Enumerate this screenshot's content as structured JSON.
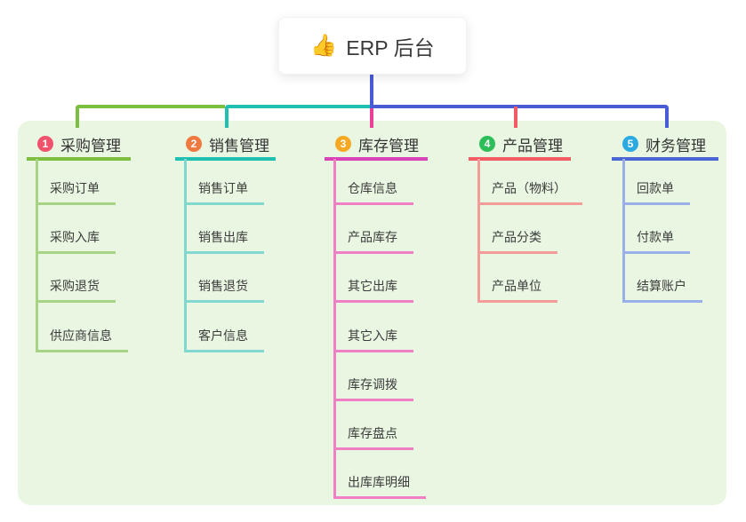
{
  "root": {
    "icon": "👍",
    "title": "ERP 后台"
  },
  "colors": {
    "trunk": "#4A5BD6",
    "panel_bg": "#E9F6E2",
    "card_bg": "#FFFFFF",
    "text_dark": "#333333"
  },
  "branches": [
    {
      "badge": "1",
      "label": "采购管理",
      "badge_color": "#F0536B",
      "accent": "#7CBE3F",
      "light": "#A6D385",
      "stub_color": "#7CBE3F",
      "children": [
        "采购订单",
        "采购入库",
        "采购退货",
        "供应商信息"
      ]
    },
    {
      "badge": "2",
      "label": "销售管理",
      "badge_color": "#F0793F",
      "accent": "#1FBFB2",
      "light": "#82D8CE",
      "stub_color": "#1FBFB2",
      "children": [
        "销售订单",
        "销售出库",
        "销售退货",
        "客户信息"
      ]
    },
    {
      "badge": "3",
      "label": "库存管理",
      "badge_color": "#F7A823",
      "accent": "#D844B5",
      "light": "#F07FC3",
      "stub_color": "#EC4096",
      "children": [
        "仓库信息",
        "产品库存",
        "其它出库",
        "其它入库",
        "库存调拨",
        "库存盘点",
        "出库库明细"
      ]
    },
    {
      "badge": "4",
      "label": "产品管理",
      "badge_color": "#2DBE59",
      "accent": "#F25B64",
      "light": "#F59C9B",
      "stub_color": "#F25B64",
      "children": [
        "产品（物料）",
        "产品分类",
        "产品单位"
      ]
    },
    {
      "badge": "5",
      "label": "财务管理",
      "badge_color": "#2BAAE2",
      "accent": "#4A66D2",
      "light": "#9AAEE8",
      "stub_color": "#4A66D2",
      "children": [
        "回款单",
        "付款单",
        "结算账户"
      ]
    }
  ]
}
